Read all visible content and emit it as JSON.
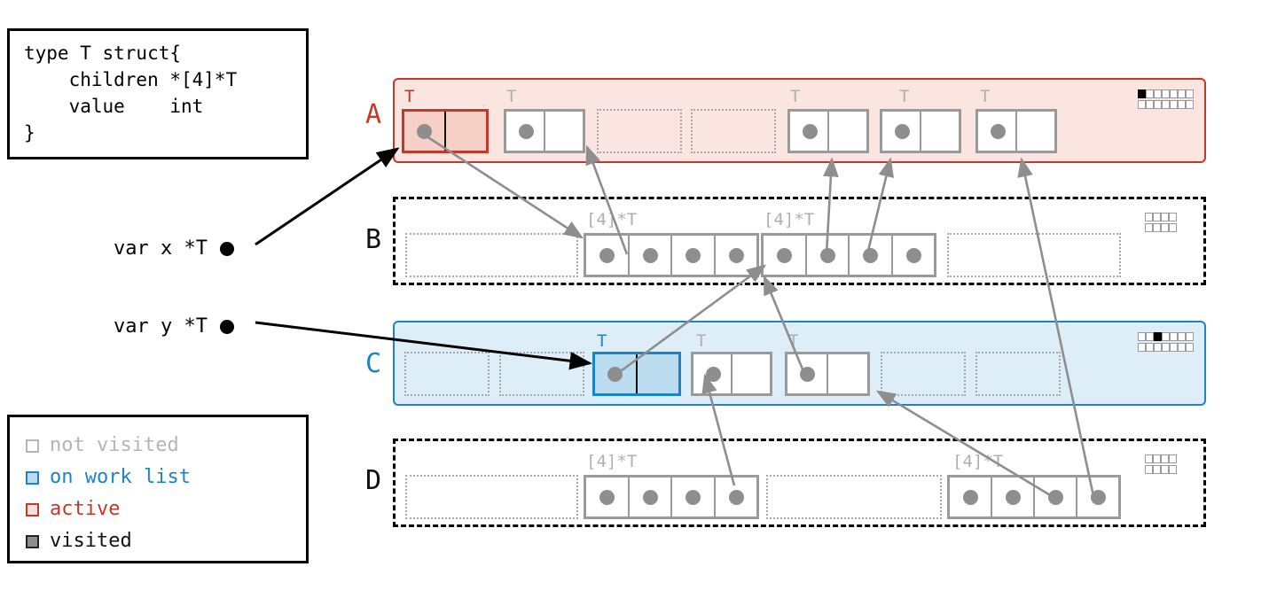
{
  "code_box": {
    "name": "go-type-declaration",
    "text": "type T struct{\n    children *[4]*T\n    value    int\n}"
  },
  "legend": {
    "title": "state legend",
    "items": [
      {
        "label": "not visited",
        "color": "#b0b0b0",
        "fill": "#ffffff"
      },
      {
        "label": "on work list",
        "color": "#1b84c4",
        "fill": "#bcdcef"
      },
      {
        "label": "active",
        "color": "#c0392b",
        "fill": "#f6cfc7"
      },
      {
        "label": "visited",
        "color": "#333333",
        "fill": "#8e8e8e"
      }
    ]
  },
  "variables": [
    {
      "label": "var x *T",
      "points_to": "A.0"
    },
    {
      "label": "var y *T",
      "points_to": "C.2"
    }
  ],
  "colors": {
    "active_red": "#c0392b",
    "active_red_fill": "#f6cfc7",
    "region_red_fill": "#fae5e1",
    "worklist_blue": "#1b84c4",
    "worklist_blue_fill": "#bcdcef",
    "region_blue_fill": "#ddeef8",
    "not_visited_gray": "#9a9a9a",
    "pointer_gray": "#8e8e8e",
    "black": "#000000"
  },
  "regions": [
    {
      "letter": "A",
      "kind": "object-span",
      "state": "active",
      "border": "solid",
      "type_tags": [
        "T",
        "T",
        "",
        "",
        "T",
        "T",
        "T"
      ],
      "blocks": [
        {
          "type": "T",
          "state": "active",
          "has_pointer": true
        },
        {
          "type": "T",
          "state": "not-visited",
          "has_pointer": true
        },
        {
          "type": "",
          "state": "free",
          "has_pointer": false
        },
        {
          "type": "",
          "state": "free",
          "has_pointer": false
        },
        {
          "type": "T",
          "state": "not-visited",
          "has_pointer": true
        },
        {
          "type": "T",
          "state": "not-visited",
          "has_pointer": true
        },
        {
          "type": "T",
          "state": "not-visited",
          "has_pointer": true
        }
      ],
      "meter": {
        "rows": 2,
        "cols": 7,
        "filled": [
          [
            0,
            0
          ]
        ]
      }
    },
    {
      "letter": "B",
      "kind": "array-span",
      "state": "not-visited",
      "border": "dashed",
      "type_tags": [
        "",
        "[4]*T",
        "[4]*T",
        ""
      ],
      "blocks": [
        {
          "type": "",
          "state": "free",
          "slots": 0
        },
        {
          "type": "[4]*T",
          "state": "not-visited",
          "slots": 4
        },
        {
          "type": "[4]*T",
          "state": "not-visited",
          "slots": 4
        },
        {
          "type": "",
          "state": "free",
          "slots": 0
        }
      ],
      "meter": {
        "rows": 2,
        "cols": 4,
        "filled": []
      }
    },
    {
      "letter": "C",
      "kind": "object-span",
      "state": "on-work-list",
      "border": "solid",
      "type_tags": [
        "",
        "",
        "T",
        "T",
        "T",
        "",
        ""
      ],
      "blocks": [
        {
          "type": "",
          "state": "free",
          "has_pointer": false
        },
        {
          "type": "",
          "state": "free",
          "has_pointer": false
        },
        {
          "type": "T",
          "state": "on-work-list",
          "has_pointer": true
        },
        {
          "type": "T",
          "state": "not-visited",
          "has_pointer": true
        },
        {
          "type": "T",
          "state": "not-visited",
          "has_pointer": true
        },
        {
          "type": "",
          "state": "free",
          "has_pointer": false
        },
        {
          "type": "",
          "state": "free",
          "has_pointer": false
        }
      ],
      "meter": {
        "rows": 2,
        "cols": 7,
        "filled": [
          [
            0,
            2
          ]
        ]
      }
    },
    {
      "letter": "D",
      "kind": "array-span",
      "state": "not-visited",
      "border": "dashed",
      "type_tags": [
        "",
        "[4]*T",
        "",
        "[4]*T"
      ],
      "blocks": [
        {
          "type": "",
          "state": "free",
          "slots": 0
        },
        {
          "type": "[4]*T",
          "state": "not-visited",
          "slots": 4
        },
        {
          "type": "",
          "state": "free",
          "slots": 0
        },
        {
          "type": "[4]*T",
          "state": "not-visited",
          "slots": 4
        }
      ],
      "meter": {
        "rows": 2,
        "cols": 4,
        "filled": []
      }
    }
  ],
  "edges": [
    {
      "from": "var x *T",
      "to": "A.0",
      "color": "#000000"
    },
    {
      "from": "var y *T",
      "to": "C.2",
      "color": "#000000"
    },
    {
      "from": "A.0",
      "to": "B.1",
      "color": "#8e8e8e"
    },
    {
      "from": "B.1.2",
      "to": "A.1",
      "color": "#8e8e8e"
    },
    {
      "from": "B.2.0",
      "to": "A.4",
      "color": "#8e8e8e"
    },
    {
      "from": "B.2.1",
      "to": "A.5",
      "color": "#8e8e8e"
    },
    {
      "from": "C.2",
      "to": "B.2",
      "color": "#8e8e8e"
    },
    {
      "from": "C.3",
      "to": "D.1",
      "color": "#8e8e8e"
    },
    {
      "from": "C.4",
      "to": "B.2",
      "color": "#8e8e8e"
    },
    {
      "from": "D.3.2",
      "to": "C.4",
      "color": "#8e8e8e"
    },
    {
      "from": "D.3.3",
      "to": "A.6",
      "color": "#8e8e8e"
    }
  ]
}
